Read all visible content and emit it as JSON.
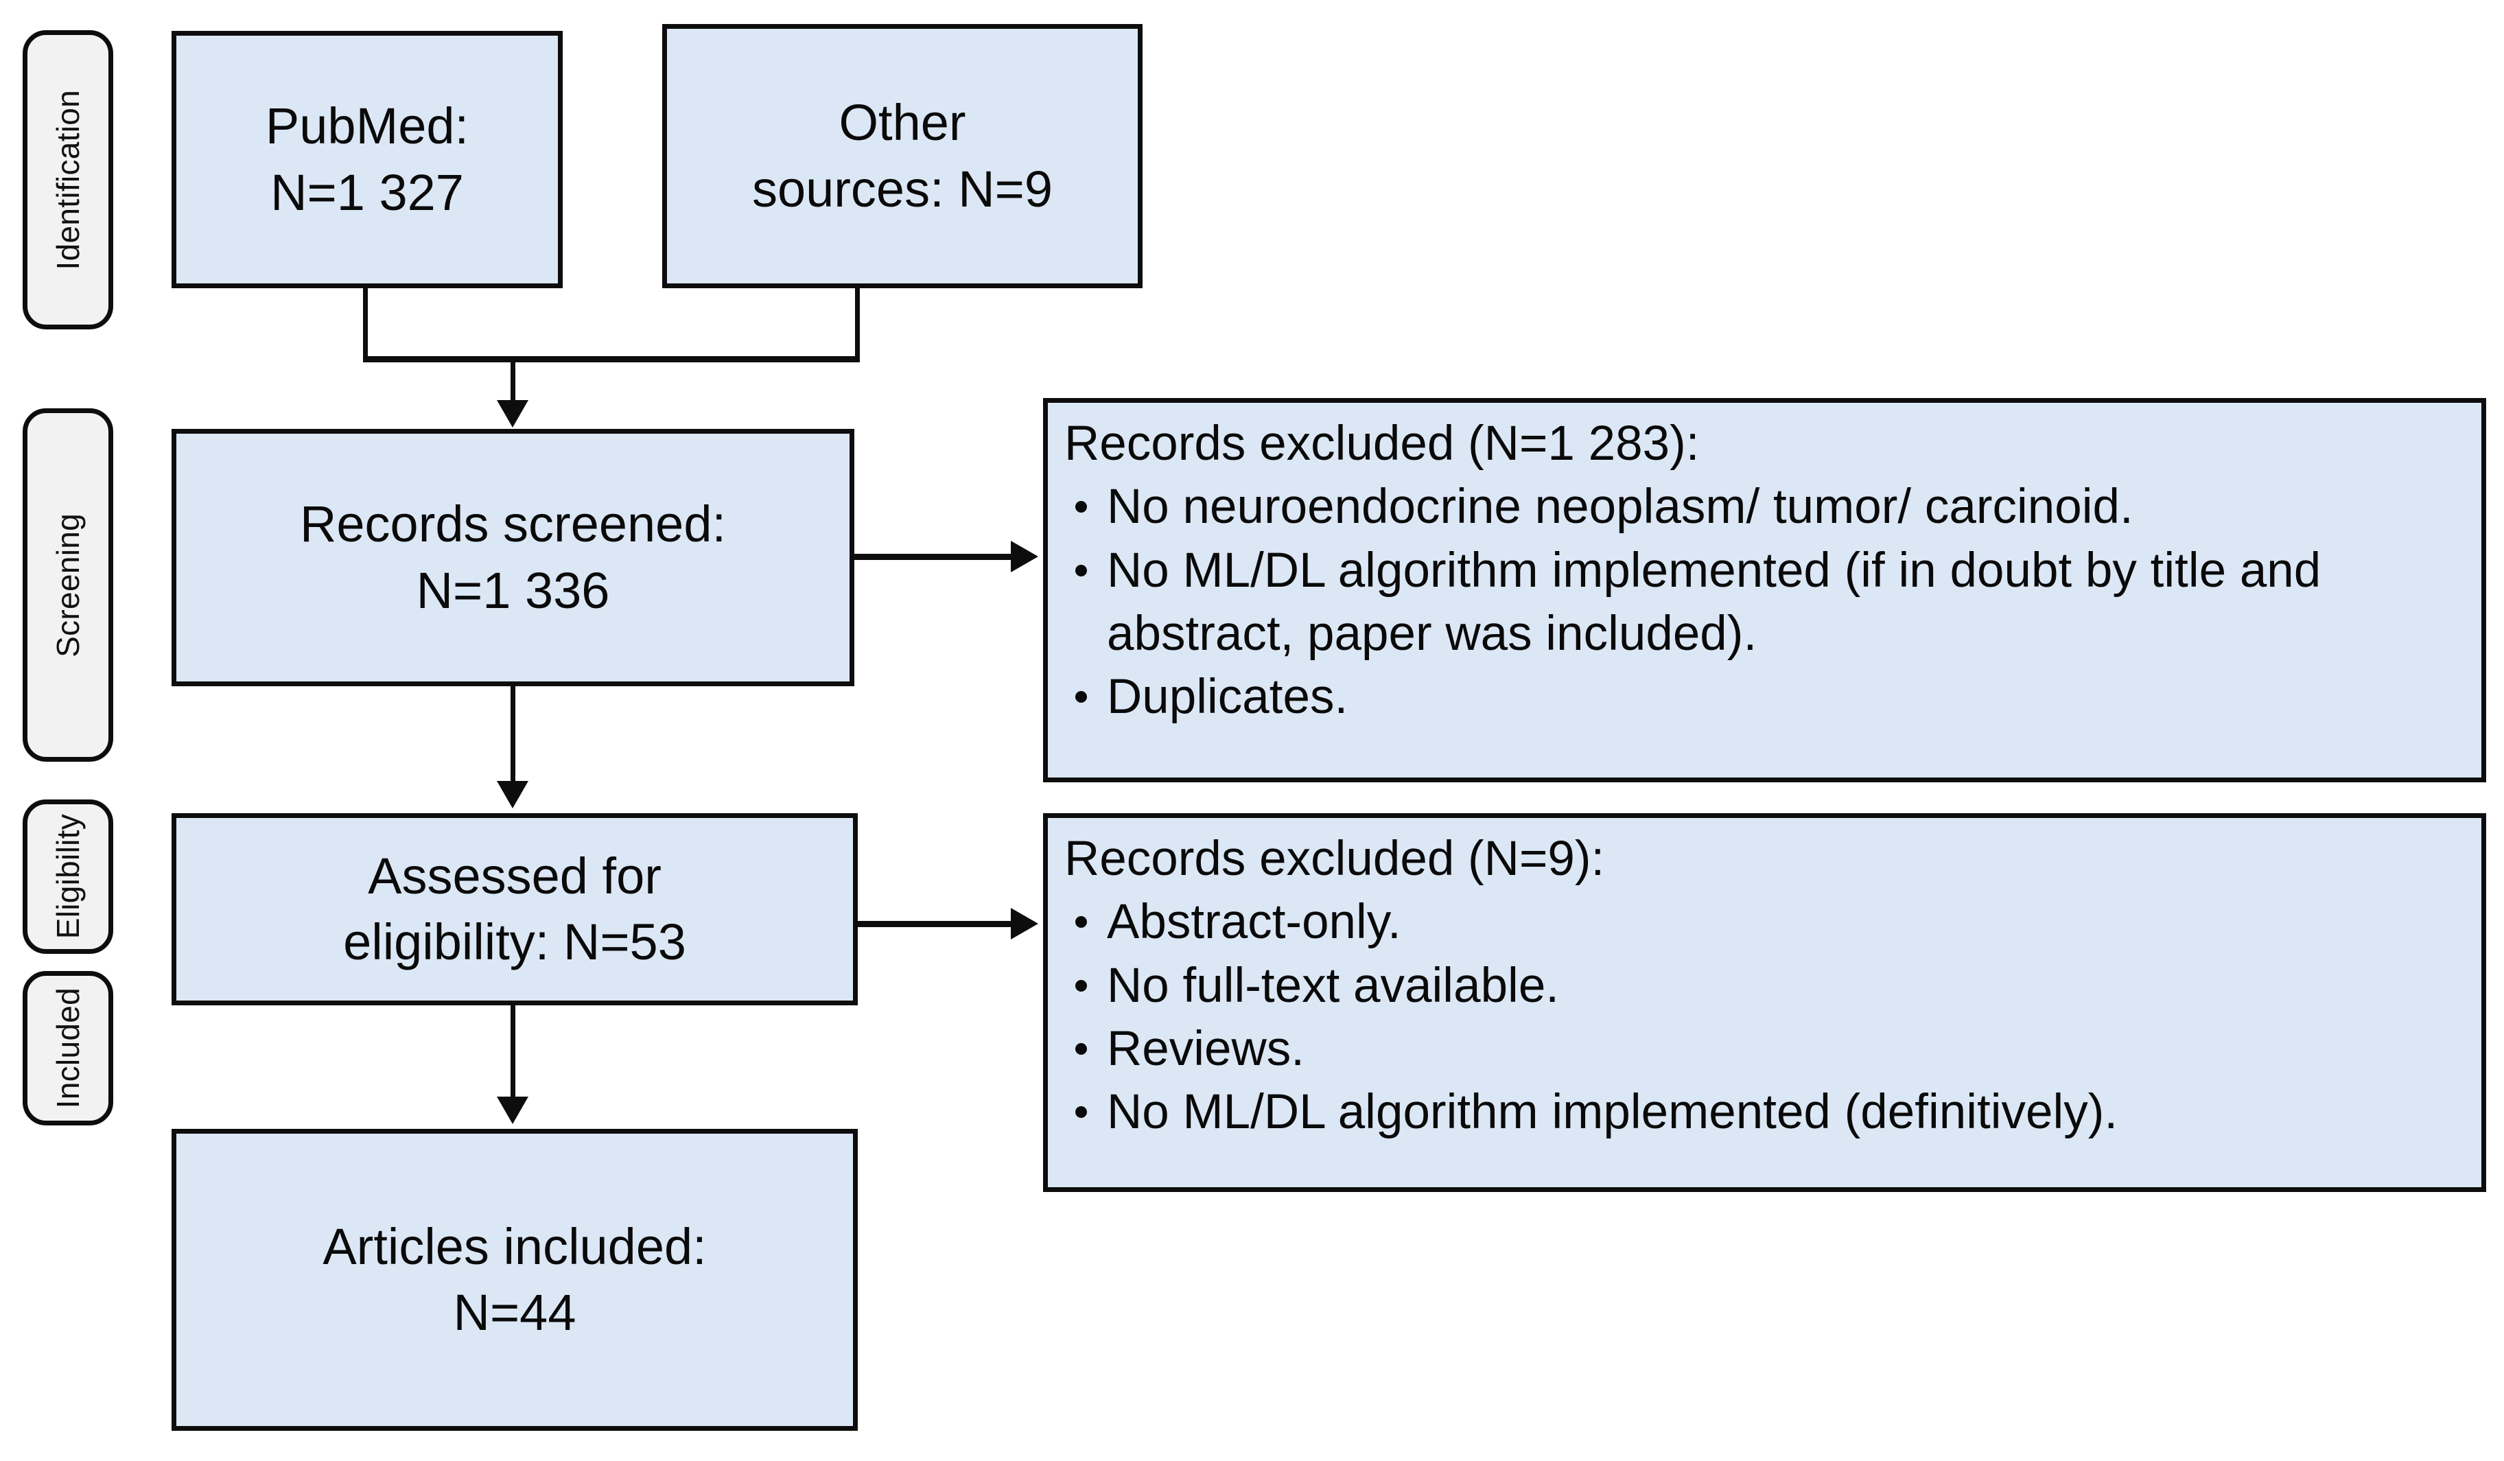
{
  "diagram": {
    "type": "prisma-flow-diagram",
    "colors": {
      "box_fill": "#dce7f5",
      "tab_fill": "#f2f2f2",
      "stroke": "#0d0d0d",
      "text": "#0a0a0a",
      "background": "#ffffff"
    }
  },
  "stages": [
    {
      "label": "Identification"
    },
    {
      "label": "Screening"
    },
    {
      "label": "Eligibility"
    },
    {
      "label": "Included"
    }
  ],
  "boxes": {
    "pubmed": {
      "line1": "PubMed:",
      "line2": "N=1 327"
    },
    "other_sources": {
      "line1": "Other",
      "line2": "sources: N=9"
    },
    "records_screened": {
      "line1": "Records screened:",
      "line2": "N=1 336"
    },
    "assessed": {
      "line1": "Assessed for",
      "line2": "eligibility: N=53"
    },
    "included": {
      "line1": "Articles included:",
      "line2": "N=44"
    }
  },
  "excluded_screening": {
    "title": "Records excluded (N=1 283):",
    "items": [
      "No neuroendocrine neoplasm/ tumor/ carcinoid.",
      "No ML/DL algorithm implemented (if in doubt by title and abstract, paper was included).",
      "Duplicates."
    ]
  },
  "excluded_eligibility": {
    "title": "Records excluded (N=9):",
    "items": [
      "Abstract-only.",
      "No full-text available.",
      "Reviews.",
      "No ML/DL algorithm implemented (definitively)."
    ]
  }
}
